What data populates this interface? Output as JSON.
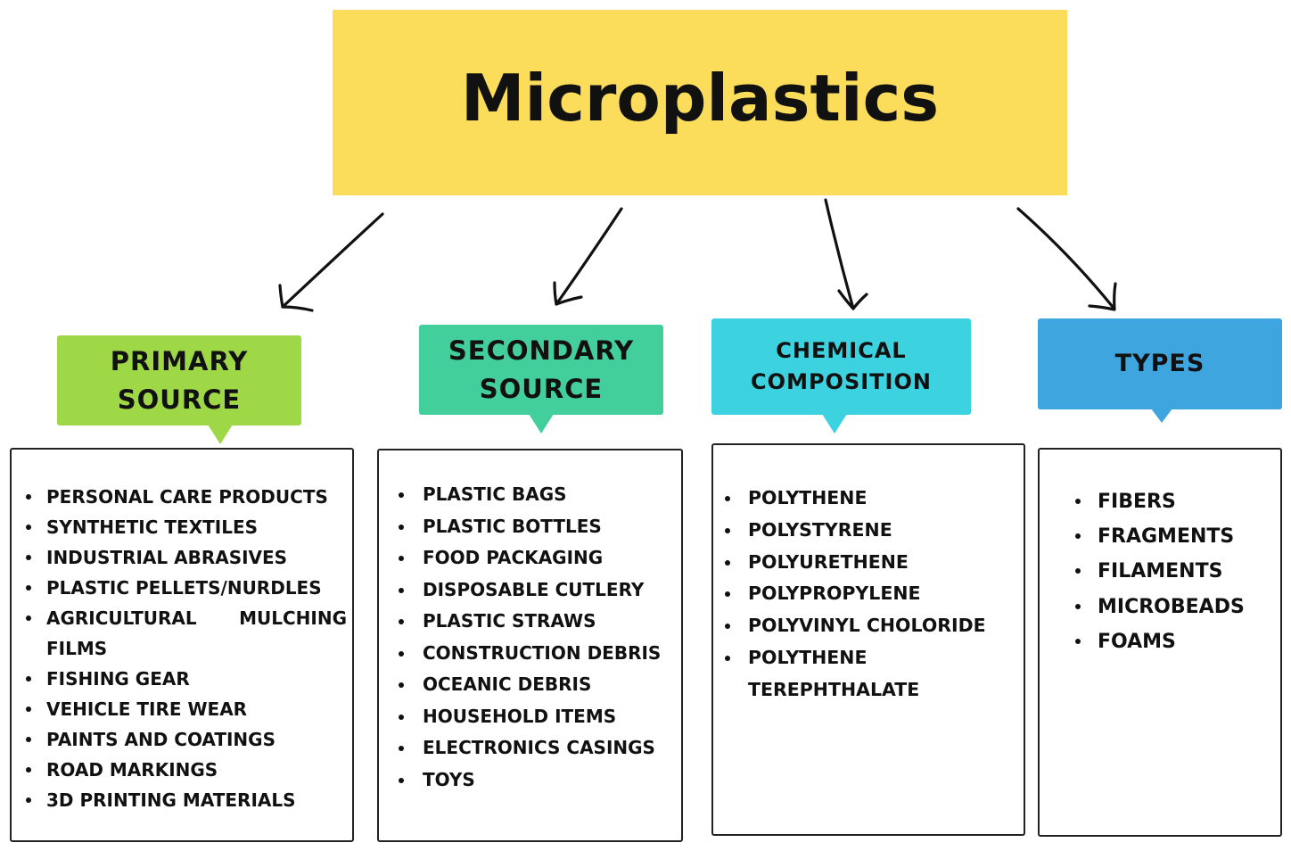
{
  "title": "Microplastics",
  "colors": {
    "title_bg": "#fcdd5b",
    "primary": "#9fd847",
    "secondary": "#43cf9c",
    "chemical": "#3dd2e0",
    "types": "#3ea5df"
  },
  "categories": {
    "primary": {
      "heading_line1": "PRIMARY",
      "heading_line2": "SOURCE",
      "items": [
        "PERSONAL CARE PRODUCTS",
        "SYNTHETIC TEXTILES",
        "INDUSTRIAL ABRASIVES",
        "PLASTIC PELLETS/NURDLES",
        "AGRICULTURAL MULCHING FILMS",
        "FISHING GEAR",
        "VEHICLE TIRE WEAR",
        "PAINTS AND COATINGS",
        "ROAD MARKINGS",
        "3D PRINTING MATERIALS"
      ],
      "wrapped_item": {
        "word1": "AGRICULTURAL",
        "word2": "MULCHING",
        "word3": "FILMS"
      }
    },
    "secondary": {
      "heading_line1": "SECONDARY",
      "heading_line2": "SOURCE",
      "items": [
        "PLASTIC BAGS",
        "PLASTIC BOTTLES",
        "FOOD PACKAGING",
        "DISPOSABLE CUTLERY",
        "PLASTIC STRAWS",
        "CONSTRUCTION DEBRIS",
        "OCEANIC DEBRIS",
        "HOUSEHOLD ITEMS",
        "ELECTRONICS CASINGS",
        "TOYS"
      ]
    },
    "chemical": {
      "heading_line1": "CHEMICAL",
      "heading_line2": "COMPOSITION",
      "items": [
        "POLYTHENE",
        "POLYSTYRENE",
        "POLYURETHENE",
        "POLYPROPYLENE",
        "POLYVINYL CHOLORIDE",
        "POLYTHENE TEREPHTHALATE"
      ],
      "wrapped_item": {
        "line1": "POLYTHENE",
        "line2": "TEREPHTHALATE"
      }
    },
    "types": {
      "heading": "TYPES",
      "items": [
        "FIBERS",
        "FRAGMENTS",
        "FILAMENTS",
        "MICROBEADS",
        "FOAMS"
      ]
    }
  }
}
